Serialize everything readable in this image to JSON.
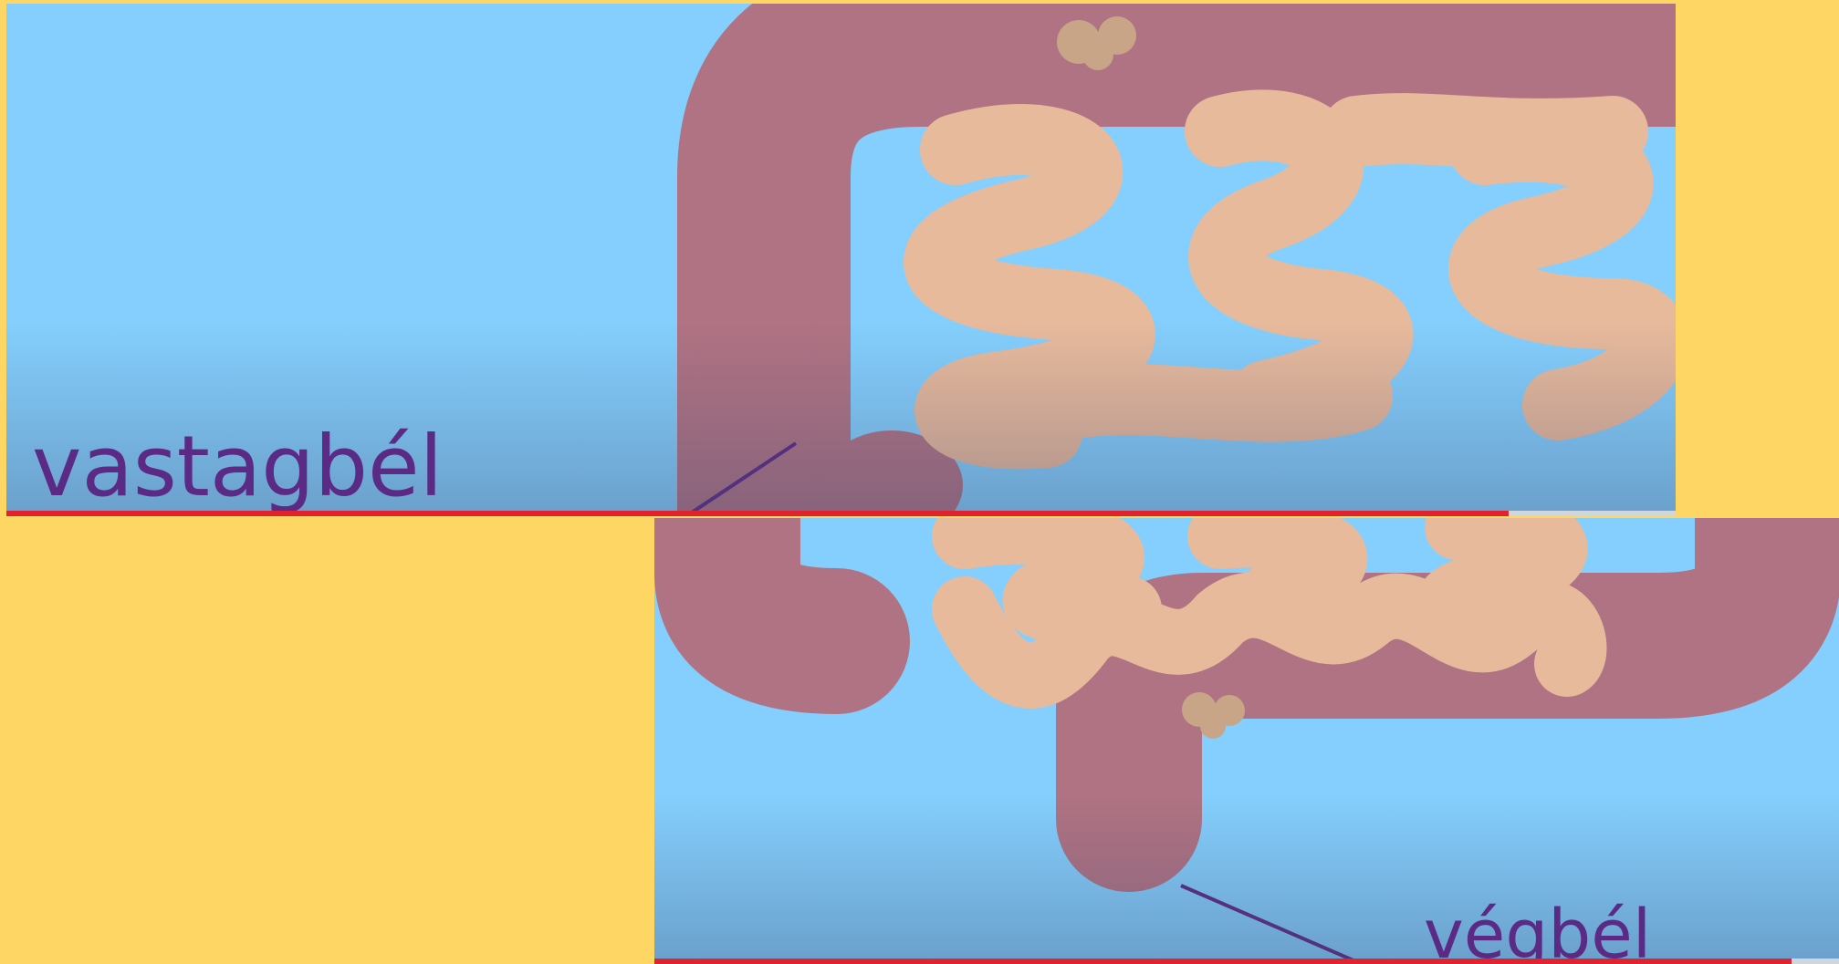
{
  "frame_top": {
    "caption": "vastagbél",
    "progress": 0.9,
    "colors": {
      "background": "#84CFFD",
      "colon": "#B07383",
      "intestine": "#E8BA9C",
      "label": "#5B2A84",
      "progress": "#E0232E"
    }
  },
  "frame_bottom": {
    "caption": "végbél",
    "progress": 0.96,
    "colors": {
      "background": "#84CFFD",
      "colon": "#B07383",
      "intestine": "#E8BA9C",
      "label": "#5B2A84",
      "progress": "#E0232E"
    }
  },
  "page_background": "#FDD663"
}
